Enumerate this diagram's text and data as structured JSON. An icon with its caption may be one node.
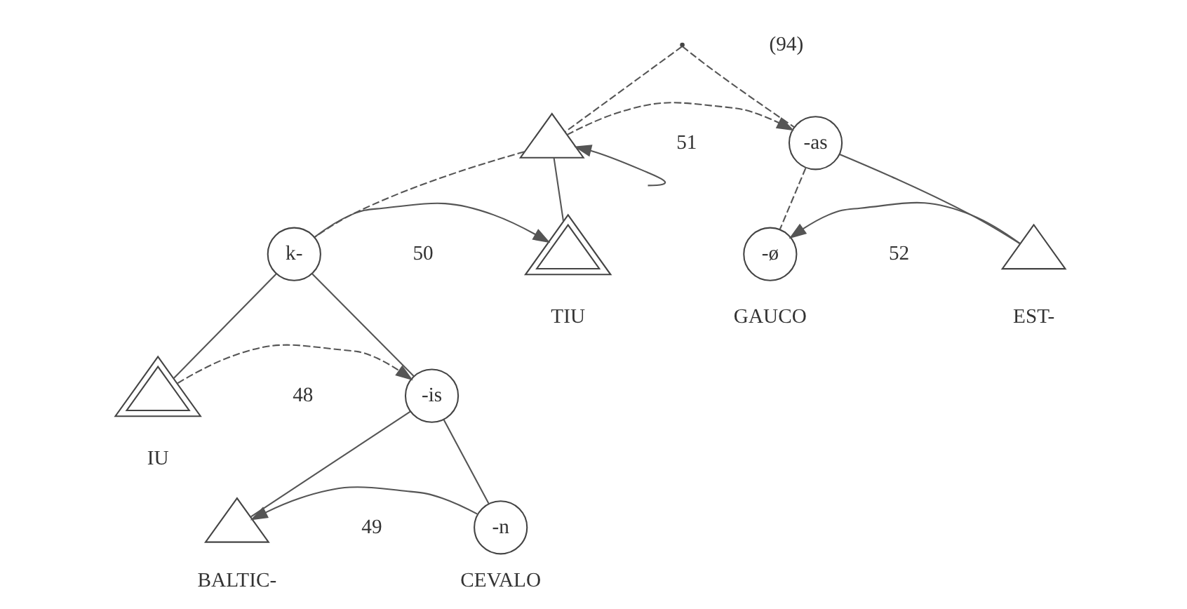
{
  "diagram": {
    "nodes": [
      {
        "text": [],
        "shape": "point"
      },
      {
        "text": [],
        "shape": "triangle"
      },
      {
        "text": [
          "-as"
        ]
      },
      {
        "text": [
          "k-"
        ]
      },
      {
        "text": [],
        "shape": "triangle",
        "beside": [
          "TIU"
        ]
      },
      {
        "text": [],
        "shape": "triangle",
        "beside": [
          "IU"
        ]
      },
      {
        "text": [
          "-is"
        ]
      },
      {
        "text": [],
        "shape": "triangle",
        "beside": [
          "BALTIC-"
        ]
      },
      {
        "text": [
          "-n"
        ],
        "beside": [
          "CEVALO"
        ]
      },
      {
        "text": [
          "-ø"
        ],
        "beside": [
          "GAUCO"
        ]
      },
      {
        "text": [],
        "shape": "triangle",
        "beside": [
          "EST-"
        ]
      }
    ],
    "edges": [
      {
        "from": 0,
        "to": 1,
        "arrow": "none",
        "style": "dashed"
      },
      {
        "from": 0,
        "to": 2,
        "arrow": "none",
        "style": "dashed"
      },
      {
        "from": 1,
        "to": 3,
        "arrow": "none",
        "style": "dashed"
      },
      {
        "from": 1,
        "to": 4,
        "arrow": "none"
      },
      {
        "from": 3,
        "to": 5,
        "arrow": "none"
      },
      {
        "from": 3,
        "to": 6,
        "arrow": "none"
      },
      {
        "from": 6,
        "to": 7,
        "arrow": "none"
      },
      {
        "from": 6,
        "to": 8,
        "arrow": "none"
      },
      {
        "from": 2,
        "to": 9,
        "arrow": "none",
        "style": "dashed"
      },
      {
        "from": 2,
        "to": 10,
        "arrow": "none"
      },
      {
        "from": 1,
        "to": 2,
        "arrow": "to",
        "style": "dashed"
      },
      {
        "from": 3,
        "to": 4,
        "arrow": "to"
      },
      {
        "from": null,
        "to": 1,
        "arrow": "to"
      },
      {
        "from": 5,
        "to": 6,
        "arrow": "to",
        "style": "dashed"
      },
      {
        "from": 8,
        "to": 7,
        "arrow": "to"
      },
      {
        "from": 10,
        "to": 9,
        "arrow": "to"
      }
    ],
    "labels": [
      "(94)",
      "51",
      "50",
      "48",
      "49",
      "52"
    ]
  }
}
